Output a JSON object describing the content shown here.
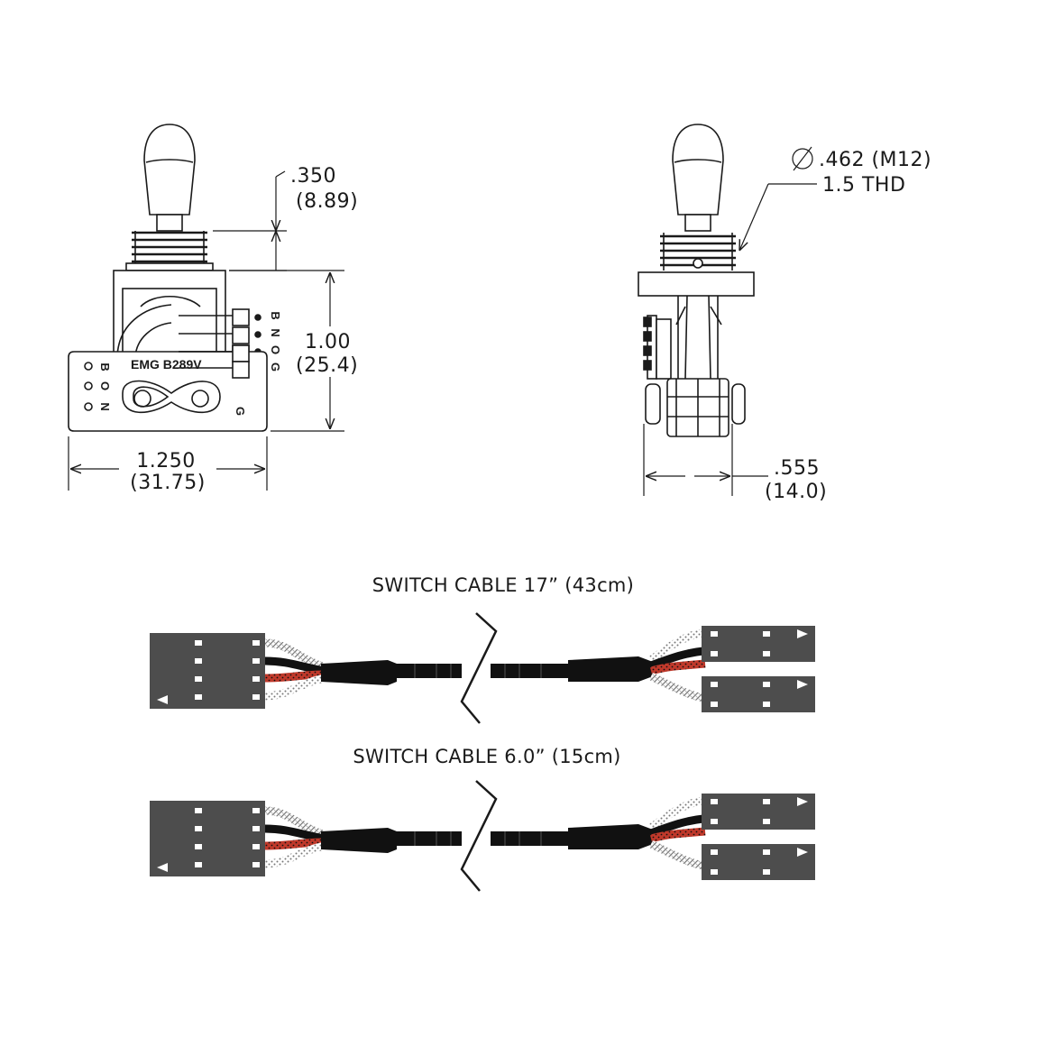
{
  "front_view": {
    "height_small_in": ".350",
    "height_small_mm": "(8.89)",
    "height_body_in": "1.00",
    "height_body_mm": "(25.4)",
    "width_in": "1.250",
    "width_mm": "(31.75)",
    "model_label": "EMG B289V",
    "pin_labels": [
      "B",
      "N",
      "O",
      "G"
    ],
    "board_pins": [
      "B",
      "O",
      "N"
    ],
    "board_g": "G"
  },
  "side_view": {
    "thread_diameter": ".462 (M12)",
    "thread_pitch": "1.5 THD",
    "depth_in": ".555",
    "depth_mm": "(14.0)"
  },
  "cables": [
    {
      "caption": "SWITCH CABLE 17” (43cm)"
    },
    {
      "caption": "SWITCH CABLE 6.0” (15cm)"
    }
  ],
  "colors": {
    "line": "#1a1a1a",
    "connector": "#4d4d4d",
    "cable": "#111111",
    "red_wire": "#c0392b",
    "shield_wire": "#9a9a9a"
  }
}
